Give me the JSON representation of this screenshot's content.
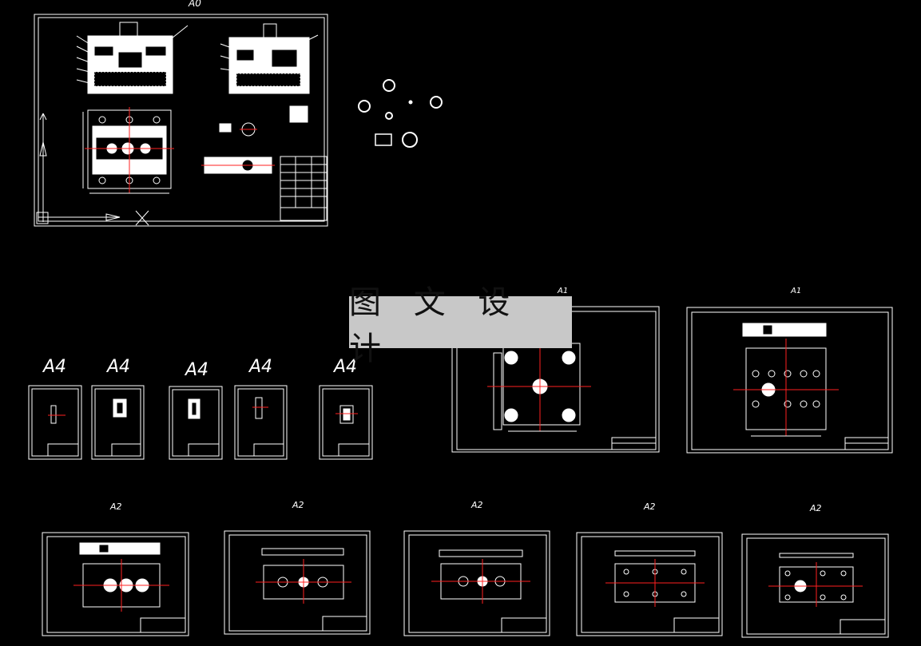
{
  "watermark": "图 文 设 计",
  "sheets": {
    "a0": "A0",
    "a1": [
      "A1",
      "A1"
    ],
    "a4": [
      "A4",
      "A4",
      "A4",
      "A4",
      "A4"
    ],
    "a2": [
      "A2",
      "A2",
      "A2",
      "A2",
      "A2"
    ]
  },
  "colors": {
    "background": "#000000",
    "line": "#ffffff",
    "centerline": "#ff2020",
    "watermark_bg": "#c8c8c8"
  }
}
